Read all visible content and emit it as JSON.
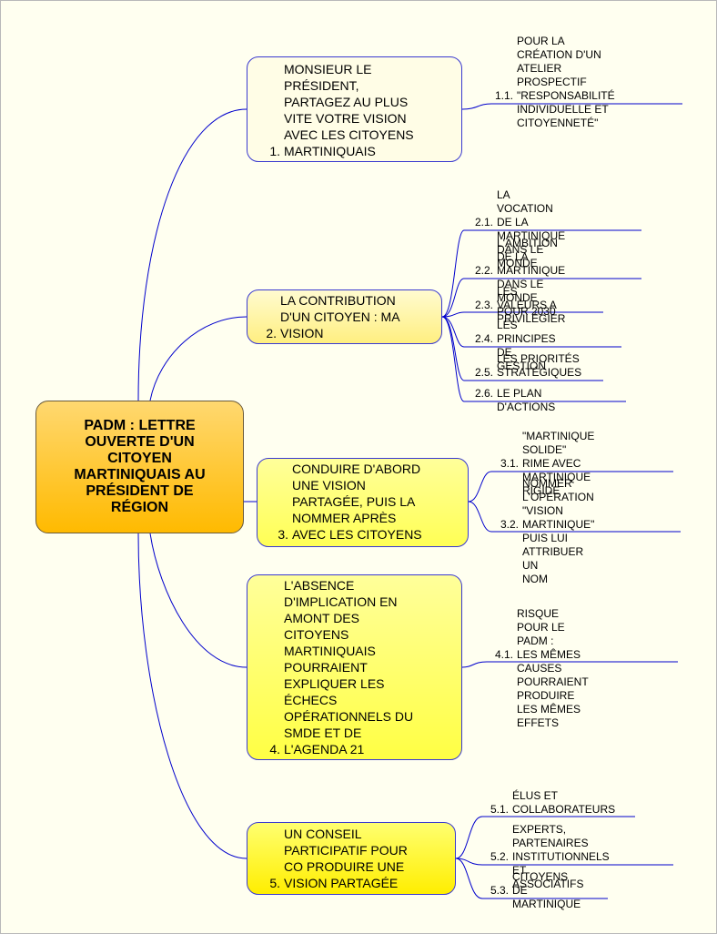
{
  "colors": {
    "background": "#fffff0",
    "connector": "#0000cc",
    "central_fill": "#ffba00",
    "branch_fill_light": "#fffde6",
    "branch_fill_yellow": "#ffff66"
  },
  "central": {
    "lines": [
      "PADM : LETTRE",
      "OUVERTE D'UN",
      "CITOYEN",
      "MARTINIQUAIS AU",
      "PRÉSIDENT DE",
      "RÉGION"
    ]
  },
  "branches": [
    {
      "number": "1.",
      "text": "MONSIEUR LE\nPRÉSIDENT,\nPARTAGEZ AU PLUS\nVITE VOTRE VISION\nAVEC LES CITOYENS\nMARTINIQUAIS",
      "children": [
        {
          "number": "1.1.",
          "text": "POUR LA CRÉATION D'UN\nATELIER PROSPECTIF\n\"RESPONSABILITÉ\nINDIVIDUELLE ET\nCITOYENNETÉ\""
        }
      ]
    },
    {
      "number": "2.",
      "text": "LA CONTRIBUTION\nD'UN CITOYEN : MA\nVISION",
      "children": [
        {
          "number": "2.1.",
          "text": "LA VOCATION DE LA\nMARTINIQUE DANS LE\nMONDE"
        },
        {
          "number": "2.2.",
          "text": "L'AMBITION DE LA\nMARTINIQUE DANS LE\nMONDE POUR 2030"
        },
        {
          "number": "2.3.",
          "text": "LES VALEURS A\nPRIVILÉGIER"
        },
        {
          "number": "2.4.",
          "text": "LES PRINCIPES DE\nGESTION"
        },
        {
          "number": "2.5.",
          "text": "LES PRIORITÉS\nSTRATÉGIQUES"
        },
        {
          "number": "2.6.",
          "text": "LE PLAN D'ACTIONS"
        }
      ]
    },
    {
      "number": "3.",
      "text": "CONDUIRE D'ABORD\nUNE VISION\nPARTAGÉE, PUIS LA\nNOMMER APRÈS\nAVEC LES CITOYENS",
      "children": [
        {
          "number": "3.1.",
          "text": "\"MARTINIQUE SOLIDE\"\nRIME AVEC MARTINIQUE\nRIGIDE"
        },
        {
          "number": "3.2.",
          "text": "NOMMER L'OPÉRATION\n\"VISION MARTINIQUE\"\nPUIS LUI ATTRIBUER UN\nNOM"
        }
      ]
    },
    {
      "number": "4.",
      "text": "L'ABSENCE\nD'IMPLICATION EN\nAMONT DES\nCITOYENS\nMARTINIQUAIS\nPOURRAIENT\nEXPLIQUER LES\nÉCHECS\nOPÉRATIONNELS DU\nSMDE ET DE\nL'AGENDA 21",
      "children": [
        {
          "number": "4.1.",
          "text": "RISQUE POUR LE PADM :\nLES MÊMES CAUSES\nPOURRAIENT PRODUIRE\nLES MÊMES EFFETS"
        }
      ]
    },
    {
      "number": "5.",
      "text": "UN CONSEIL\nPARTICIPATIF POUR\nCO PRODUIRE UNE\nVISION PARTAGÉE",
      "children": [
        {
          "number": "5.1.",
          "text": "ÉLUS ET\nCOLLABORATEURS"
        },
        {
          "number": "5.2.",
          "text": "EXPERTS, PARTENAIRES\nINSTITUTIONNELS ET\nASSOCIATIFS"
        },
        {
          "number": "5.3.",
          "text": "CITOYENS DE\nMARTINIQUE"
        }
      ]
    }
  ]
}
